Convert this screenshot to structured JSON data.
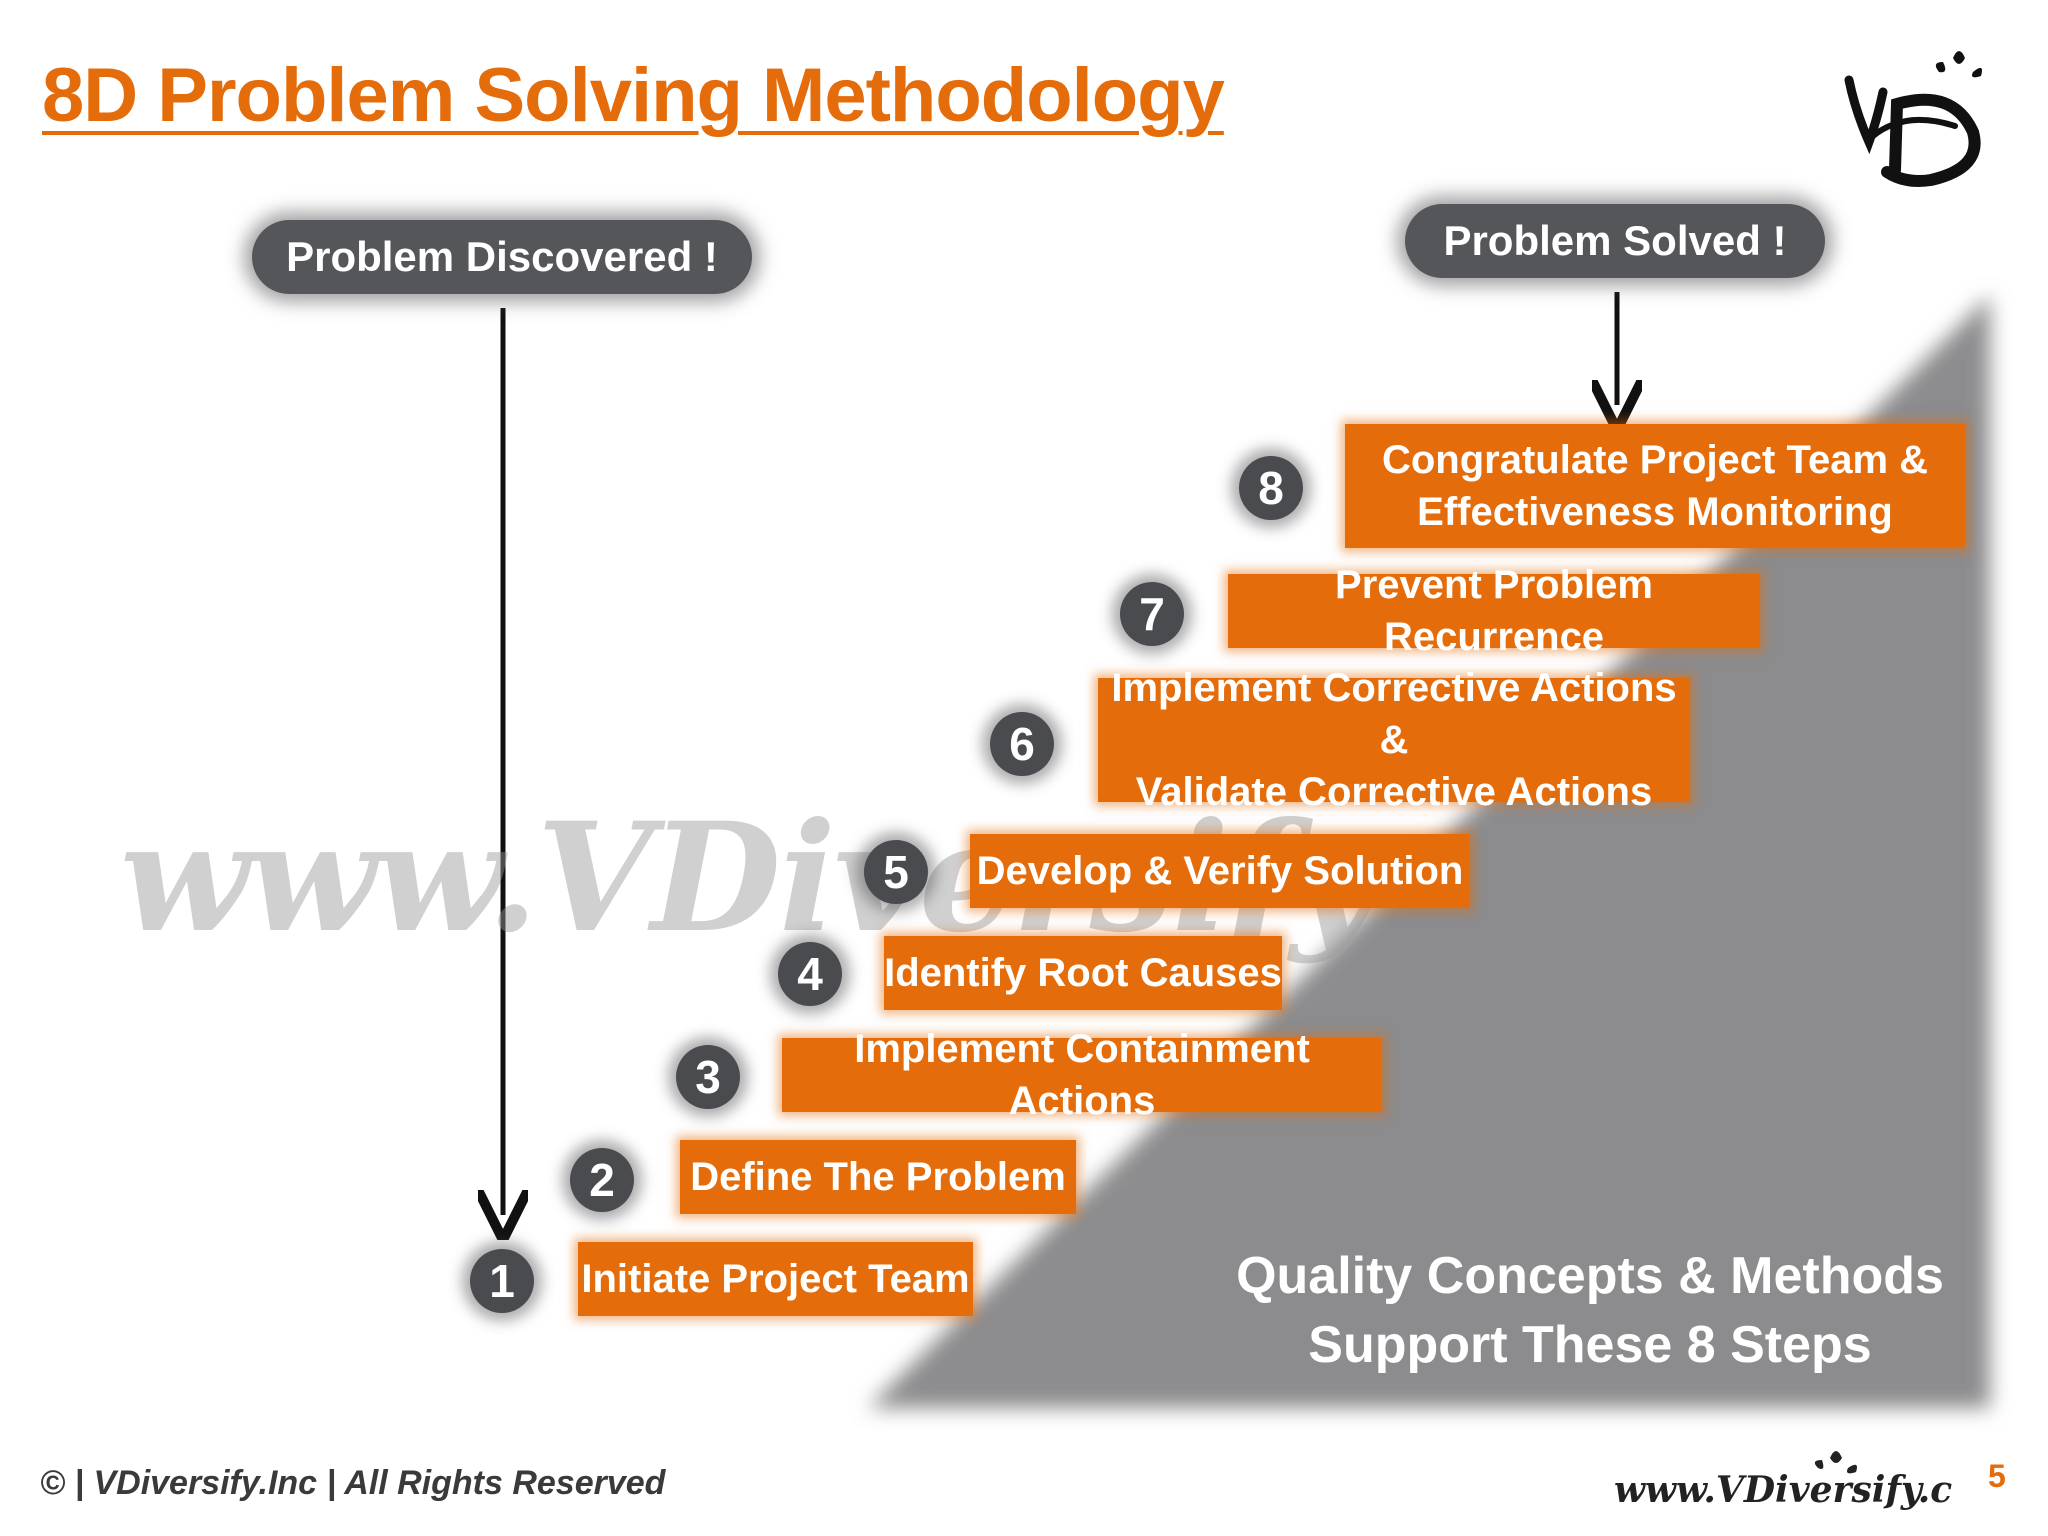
{
  "title": "8D Problem Solving Methodology",
  "start_label": "Problem Discovered !",
  "end_label": "Problem Solved !",
  "steps": [
    {
      "num": "1",
      "lines": [
        "Initiate Project Team"
      ]
    },
    {
      "num": "2",
      "lines": [
        "Define The Problem"
      ]
    },
    {
      "num": "3",
      "lines": [
        "Implement Containment Actions"
      ]
    },
    {
      "num": "4",
      "lines": [
        "Identify Root Causes"
      ]
    },
    {
      "num": "5",
      "lines": [
        "Develop & Verify Solution"
      ]
    },
    {
      "num": "6",
      "lines": [
        "Implement Corrective Actions &",
        "Validate Corrective Actions"
      ]
    },
    {
      "num": "7",
      "lines": [
        "Prevent Problem Recurrence"
      ]
    },
    {
      "num": "8",
      "lines": [
        "Congratulate Project Team &",
        "Effectiveness Monitoring"
      ]
    }
  ],
  "support_text": [
    "Quality Concepts & Methods",
    "Support These 8 Steps"
  ],
  "footer": {
    "copyright": "© | VDiversify.Inc | All Rights Reserved",
    "site": "www.VDiversify.com",
    "page": "5"
  },
  "watermark": "www.VDiversify",
  "colors": {
    "accent": "#e46c0a",
    "pill": "#55565a",
    "triangle": "#8c8c8e",
    "badge": "#4a4b4f"
  }
}
